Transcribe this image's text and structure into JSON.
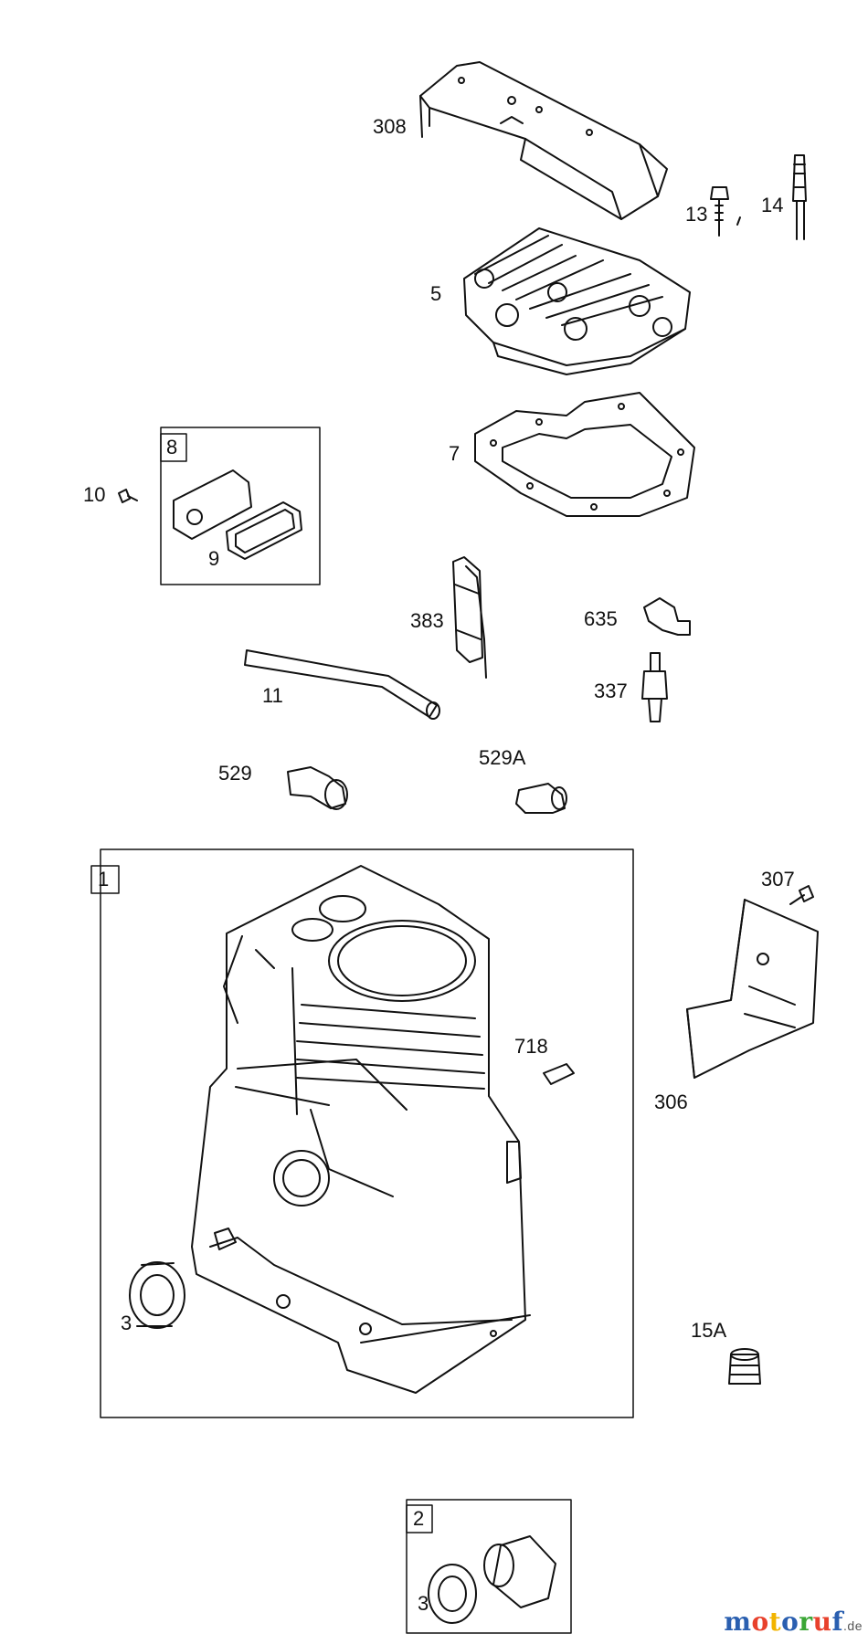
{
  "labels": {
    "p308": "308",
    "p13": "13",
    "p14": "14",
    "p5": "5",
    "p8": "8",
    "p7": "7",
    "p10": "10",
    "p9": "9",
    "p383": "383",
    "p635": "635",
    "p11": "11",
    "p337": "337",
    "p529": "529",
    "p529a": "529A",
    "p1": "1",
    "p307": "307",
    "p718": "718",
    "p306": "306",
    "p3a": "3",
    "p15a": "15A",
    "p2": "2",
    "p3b": "3"
  },
  "watermark": {
    "letters": [
      "m",
      "o",
      "t",
      "o",
      "r",
      "u",
      "f"
    ],
    "suffix": ".de",
    "colors": [
      "#2a5fb0",
      "#e8412c",
      "#f2b400",
      "#2a5fb0",
      "#3aa635",
      "#e8412c",
      "#2a5fb0"
    ]
  }
}
